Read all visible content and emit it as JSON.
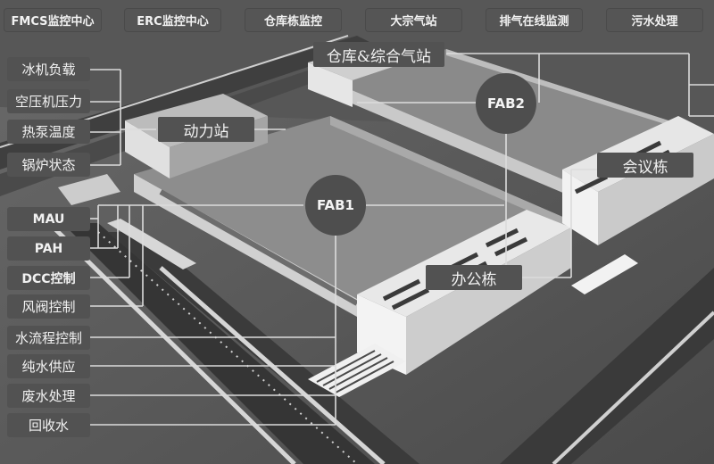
{
  "top_nav": {
    "items": [
      {
        "label": "FMCS监控中心"
      },
      {
        "label": "ERC监控中心"
      },
      {
        "label": "仓库栋监控"
      },
      {
        "label": "大宗气站"
      },
      {
        "label": "排气在线监测"
      },
      {
        "label": "污水处理"
      }
    ]
  },
  "side_labels": {
    "power_group": [
      {
        "label": "冰机负载"
      },
      {
        "label": "空压机压力"
      },
      {
        "label": "热泵温度"
      },
      {
        "label": "锅炉状态"
      }
    ],
    "air_group": [
      {
        "label": "MAU"
      },
      {
        "label": "PAH"
      },
      {
        "label": "DCC控制"
      },
      {
        "label": "风阀控制"
      }
    ],
    "water_group": [
      {
        "label": "水流程控制"
      },
      {
        "label": "纯水供应"
      },
      {
        "label": "废水处理"
      },
      {
        "label": "回收水"
      }
    ]
  },
  "buildings": {
    "warehouse_gas": {
      "label": "仓库&综合气站"
    },
    "power_station": {
      "label": "动力站"
    },
    "fab1": {
      "label": "FAB1"
    },
    "fab2": {
      "label": "FAB2"
    },
    "conference": {
      "label": "会议栋"
    },
    "office": {
      "label": "办公栋"
    }
  },
  "colors": {
    "label_bg": "#525252",
    "label_text": "#f2f2f2",
    "connector_line": "#d8d8d8",
    "fab_circle": "#4e4e4e"
  }
}
